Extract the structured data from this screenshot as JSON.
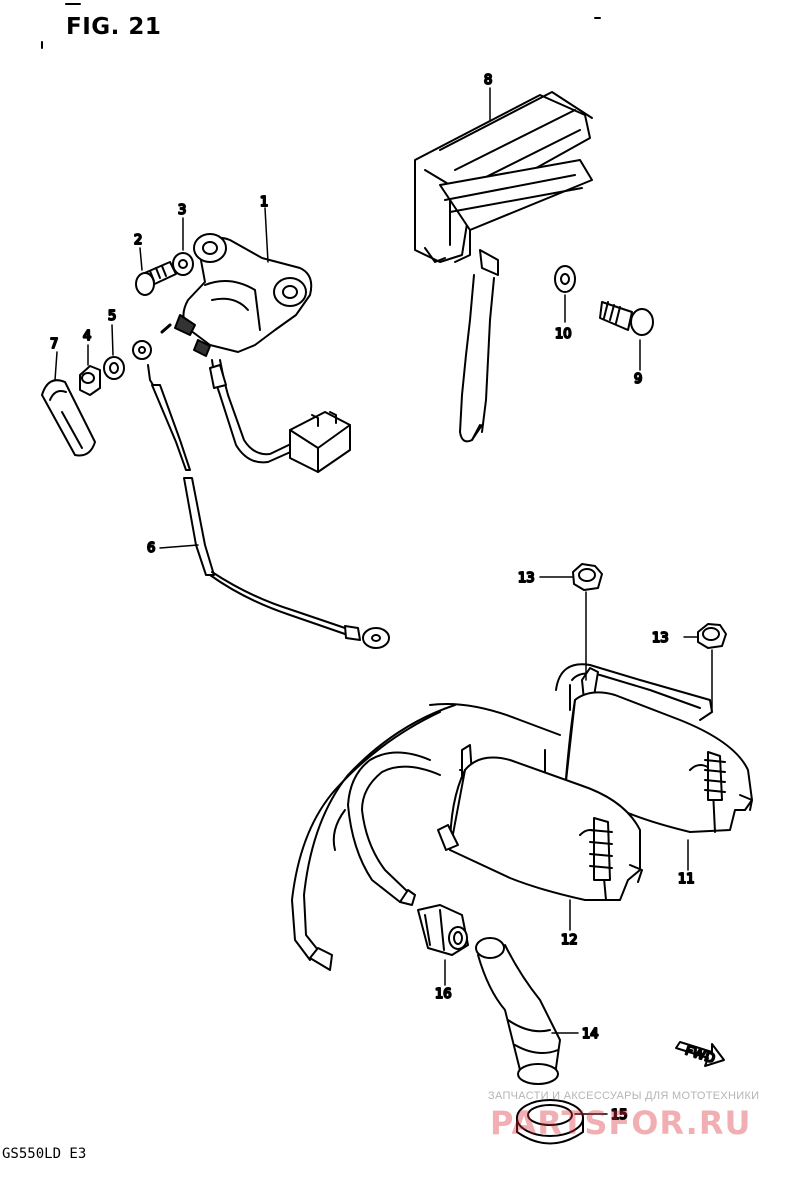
{
  "figure": {
    "title": "FIG. 21",
    "model": "GS550LD E3"
  },
  "callouts": [
    "1",
    "2",
    "3",
    "4",
    "5",
    "6",
    "7",
    "8",
    "9",
    "10",
    "11",
    "12",
    "13",
    "13",
    "14",
    "15",
    "16"
  ],
  "arrow_label": "FWD",
  "watermark": {
    "text": "ЗАПЧАСТИ И АКСЕССУАРЫ ДЛЯ МОТОТЕХНИКИ",
    "logo": "PARTSFOR.RU"
  }
}
